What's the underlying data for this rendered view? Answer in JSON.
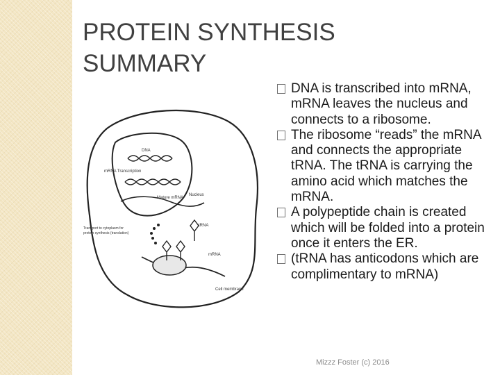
{
  "slide": {
    "title_line1": "PROTEIN SYNTHESIS",
    "title_line2": "SUMMARY",
    "bullet_glyph_icon": "box-bullet-icon",
    "bullets": [
      "DNA is transcribed into mRNA, mRNA leaves the nucleus and connects to a ribosome.",
      "The ribosome “reads” the mRNA and connects the appropriate tRNA. The tRNA is carrying the amino acid which matches the mRNA.",
      "A polypeptide chain is created which will be folded into a protein once it enters the ER.",
      "(tRNA has anticodons which are complimentary to mRNA)"
    ],
    "footer": "Mizzz Foster (c) 2016"
  },
  "diagram": {
    "labels": {
      "dna": "DNA",
      "transcription": "mRNA Transcription",
      "nucleus": "Nucleus",
      "mature": "Mature mRNA",
      "trna": "tRNA",
      "transport_line1": "Transport to cytoplasm for",
      "transport_line2": "protein synthesis (translation)",
      "mrna": "mRNA",
      "cell_membrane": "Cell membrane"
    }
  },
  "colors": {
    "title": "#404040",
    "stripe": "#f3e6c4",
    "footer": "#8a8a8a"
  }
}
